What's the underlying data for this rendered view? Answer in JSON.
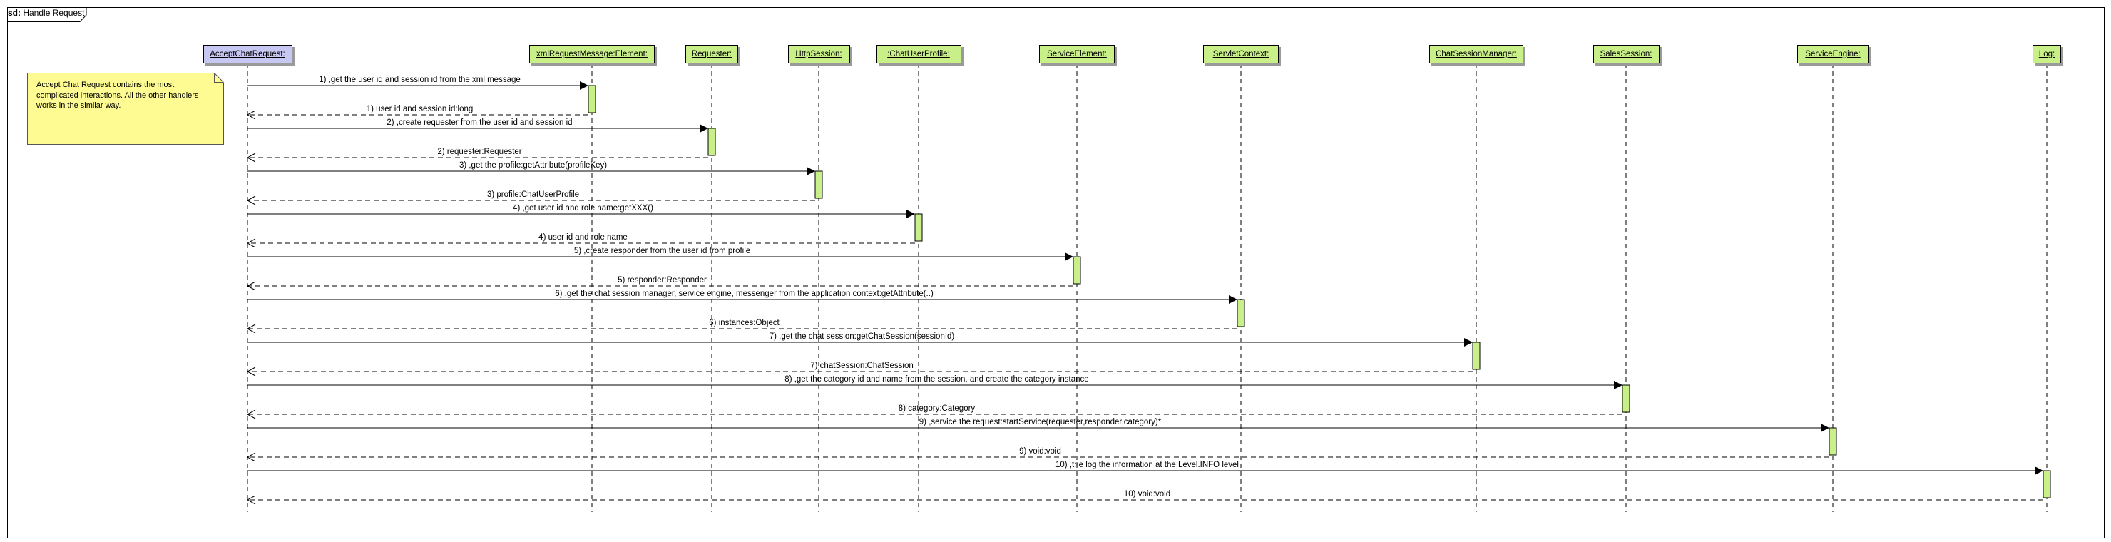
{
  "diagram": {
    "title_prefix": "sd:",
    "title": "Handle Request",
    "note": "Accept Chat Request contains the most complicated interactions. All the other handlers works in the similar way."
  },
  "lifelines": [
    {
      "id": "accept",
      "label": "AcceptChatRequest:",
      "kind": "actor"
    },
    {
      "id": "xml",
      "label": "xmlRequestMessage:Element:",
      "kind": "obj"
    },
    {
      "id": "requester",
      "label": "Requester:",
      "kind": "obj"
    },
    {
      "id": "httpsession",
      "label": "HttpSession:",
      "kind": "obj"
    },
    {
      "id": "chatuserprofile",
      "label": ":ChatUserProfile:",
      "kind": "obj"
    },
    {
      "id": "serviceelement",
      "label": "ServiceElement:",
      "kind": "obj"
    },
    {
      "id": "servletcontext",
      "label": "ServletContext:",
      "kind": "obj"
    },
    {
      "id": "chatsessionmanager",
      "label": "ChatSessionManager:",
      "kind": "obj"
    },
    {
      "id": "salessession",
      "label": "SalesSession:",
      "kind": "obj"
    },
    {
      "id": "serviceengine",
      "label": "ServiceEngine:",
      "kind": "obj"
    },
    {
      "id": "log",
      "label": "Log:",
      "kind": "obj"
    }
  ],
  "messages": [
    {
      "from": "accept",
      "to": "xml",
      "kind": "call",
      "label": "1) ,get the user id and session id from the xml message"
    },
    {
      "from": "xml",
      "to": "accept",
      "kind": "return",
      "label": "1) user id and session id:long"
    },
    {
      "from": "accept",
      "to": "requester",
      "kind": "call",
      "label": "2) ,create requester from the user id and session id"
    },
    {
      "from": "requester",
      "to": "accept",
      "kind": "return",
      "label": "2) requester:Requester"
    },
    {
      "from": "accept",
      "to": "httpsession",
      "kind": "call",
      "label": "3) ,get the profile:getAttribute(profileKey)"
    },
    {
      "from": "httpsession",
      "to": "accept",
      "kind": "return",
      "label": "3) profile:ChatUserProfile"
    },
    {
      "from": "accept",
      "to": "chatuserprofile",
      "kind": "call",
      "label": "4) ,get user id and role name:getXXX()"
    },
    {
      "from": "chatuserprofile",
      "to": "accept",
      "kind": "return",
      "label": "4) user id and role name"
    },
    {
      "from": "accept",
      "to": "serviceelement",
      "kind": "call",
      "label": "5) ,create responder from the user id from profile"
    },
    {
      "from": "serviceelement",
      "to": "accept",
      "kind": "return",
      "label": "5) responder:Responder"
    },
    {
      "from": "accept",
      "to": "servletcontext",
      "kind": "call",
      "label": "6) ,get the chat session manager, service engine, messenger from the application context:getAttribute(..)"
    },
    {
      "from": "servletcontext",
      "to": "accept",
      "kind": "return",
      "label": "6) instances:Object"
    },
    {
      "from": "accept",
      "to": "chatsessionmanager",
      "kind": "call",
      "label": "7) ,get the chat session:getChatSession(sessionId)"
    },
    {
      "from": "chatsessionmanager",
      "to": "accept",
      "kind": "return",
      "label": "7) chatSession:ChatSession"
    },
    {
      "from": "accept",
      "to": "salessession",
      "kind": "call",
      "label": "8) ,get the category id and name from the session, and create the category instance"
    },
    {
      "from": "salessession",
      "to": "accept",
      "kind": "return",
      "label": "8) category:Category"
    },
    {
      "from": "accept",
      "to": "serviceengine",
      "kind": "call",
      "label": "9) ,service the request:startService(requester,responder,category)*"
    },
    {
      "from": "serviceengine",
      "to": "accept",
      "kind": "return",
      "label": "9) void:void"
    },
    {
      "from": "accept",
      "to": "log",
      "kind": "call",
      "label": "10) ,the log the information at the Level.INFO level"
    },
    {
      "from": "log",
      "to": "accept",
      "kind": "return",
      "label": "10) void:void"
    }
  ]
}
